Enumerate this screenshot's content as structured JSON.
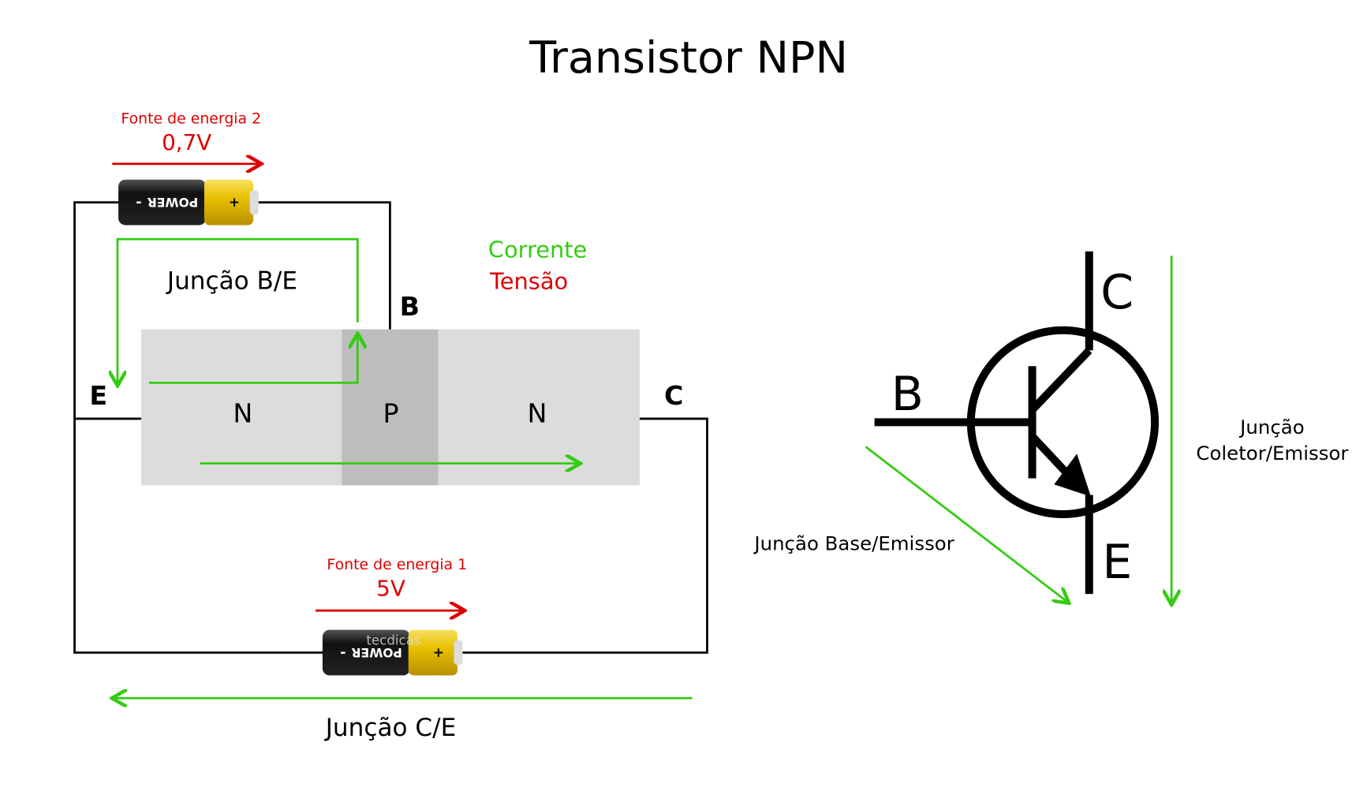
{
  "title": "Transistor NPN",
  "legend": {
    "current": "Corrente",
    "voltage": "Tensão"
  },
  "colors": {
    "current": "#33cc11",
    "voltage": "#dd0000",
    "wire": "#000000",
    "n_region": "#dcdcdc",
    "p_region": "#bdbdbd"
  },
  "source2": {
    "label": "Fonte de energia 2",
    "voltage": "0,7V"
  },
  "source1": {
    "label": "Fonte de energia 1",
    "voltage": "5V"
  },
  "battery": {
    "brand": "POWER",
    "minus": "-",
    "plus": "+"
  },
  "watermark": "tecdicas",
  "junction_be": "Junção B/E",
  "junction_ce": "Junção C/E",
  "terminals": {
    "b": "B",
    "e": "E",
    "c": "C"
  },
  "regions": [
    "N",
    "P",
    "N"
  ],
  "symbol": {
    "b": "B",
    "c": "C",
    "e": "E",
    "base_emitter": "Junção Base/Emissor",
    "ce_line1": "Junção",
    "ce_line2": "Coletor/Emissor"
  }
}
